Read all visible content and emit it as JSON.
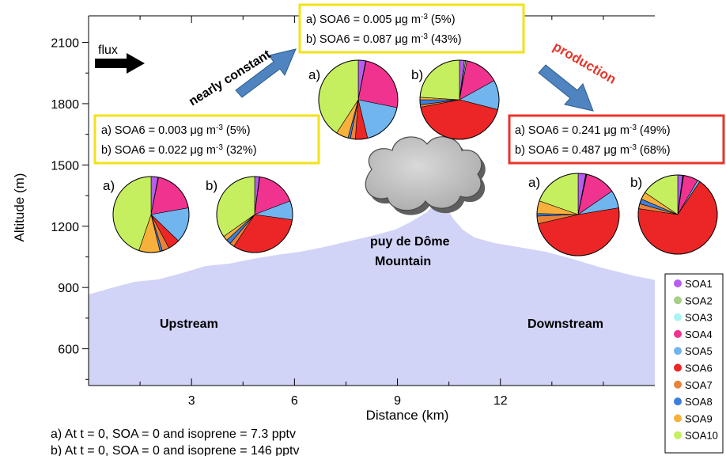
{
  "chart_data": {
    "type": "pie",
    "ylabel": "Altitude (m)",
    "xlabel": "Distance (km)",
    "xlim": [
      0,
      16.5
    ],
    "ylim": [
      420,
      2230
    ],
    "x_ticks": [
      3,
      6,
      9,
      12
    ],
    "y_ticks": [
      600,
      900,
      1200,
      1500,
      1800,
      2100
    ],
    "flux_label": "flux",
    "mountain_label": [
      "puy de Dôme",
      "Mountain"
    ],
    "upstream_label": "Upstream",
    "downstream_label": "Downstream",
    "arrow_labels": [
      "nearly constant",
      "production"
    ],
    "boxes": [
      {
        "color": "#f2e21a",
        "lines": [
          {
            "pre": "a) SOA6 = 0.003 ",
            "unit": "μg m",
            "sup": "-3",
            "post": " (5%)"
          },
          {
            "pre": "b) SOA6 = 0.022 ",
            "unit": "μg m",
            "sup": "-3",
            "post": " (32%)"
          }
        ]
      },
      {
        "color": "#f2e21a",
        "lines": [
          {
            "pre": "a) SOA6 = 0.005 ",
            "unit": "μg m",
            "sup": "-3",
            "post": " (5%)"
          },
          {
            "pre": "b) SOA6 = 0.087 ",
            "unit": "μg m",
            "sup": "-3",
            "post": " (43%)"
          }
        ]
      },
      {
        "color": "#e8352a",
        "lines": [
          {
            "pre": "a) SOA6 = 0.241 ",
            "unit": "μg m",
            "sup": "-3",
            "post": " (49%)"
          },
          {
            "pre": "b) SOA6 = 0.487 ",
            "unit": "μg m",
            "sup": "-3",
            "post": " (68%)"
          }
        ]
      }
    ],
    "legend": [
      {
        "name": "SOA1",
        "color": "#b65ef0"
      },
      {
        "name": "SOA2",
        "color": "#a6cf8a"
      },
      {
        "name": "SOA3",
        "color": "#a8f4f2"
      },
      {
        "name": "SOA4",
        "color": "#f0338f"
      },
      {
        "name": "SOA5",
        "color": "#70b5ee"
      },
      {
        "name": "SOA6",
        "color": "#ec2626"
      },
      {
        "name": "SOA7",
        "color": "#e8843a"
      },
      {
        "name": "SOA8",
        "color": "#3f7fdc"
      },
      {
        "name": "SOA9",
        "color": "#f8b03c"
      },
      {
        "name": "SOA10",
        "color": "#c6ef5f"
      }
    ],
    "notes": [
      "a) At t = 0, SOA = 0 and isoprene = 7.3 pptv",
      "b) At t = 0, SOA = 0 and isoprene = 146 pptv"
    ],
    "pies": [
      {
        "label": "a)",
        "location": "upstream",
        "case": "a",
        "fractions": [
          0.03,
          0.001,
          0.001,
          0.19,
          0.15,
          0.05,
          0.03,
          0.01,
          0.09,
          0.448
        ]
      },
      {
        "label": "b)",
        "location": "upstream",
        "case": "b",
        "fractions": [
          0.02,
          0.001,
          0.001,
          0.17,
          0.08,
          0.32,
          0.02,
          0.02,
          0.02,
          0.348
        ]
      },
      {
        "label": "a)",
        "location": "summit",
        "case": "a",
        "fractions": [
          0.03,
          0.001,
          0.001,
          0.25,
          0.18,
          0.05,
          0.02,
          0.01,
          0.05,
          0.408
        ]
      },
      {
        "label": "b)",
        "location": "summit",
        "case": "b",
        "fractions": [
          0.02,
          0.005,
          0.005,
          0.14,
          0.12,
          0.43,
          0.01,
          0.02,
          0.01,
          0.24
        ]
      },
      {
        "label": "a)",
        "location": "downstream",
        "case": "a",
        "fractions": [
          0.03,
          0.002,
          0.002,
          0.12,
          0.07,
          0.49,
          0.03,
          0.01,
          0.05,
          0.196
        ]
      },
      {
        "label": "b)",
        "location": "downstream",
        "case": "b",
        "fractions": [
          0.02,
          0.002,
          0.002,
          0.06,
          0.01,
          0.68,
          0.02,
          0.02,
          0.03,
          0.156
        ]
      }
    ]
  }
}
